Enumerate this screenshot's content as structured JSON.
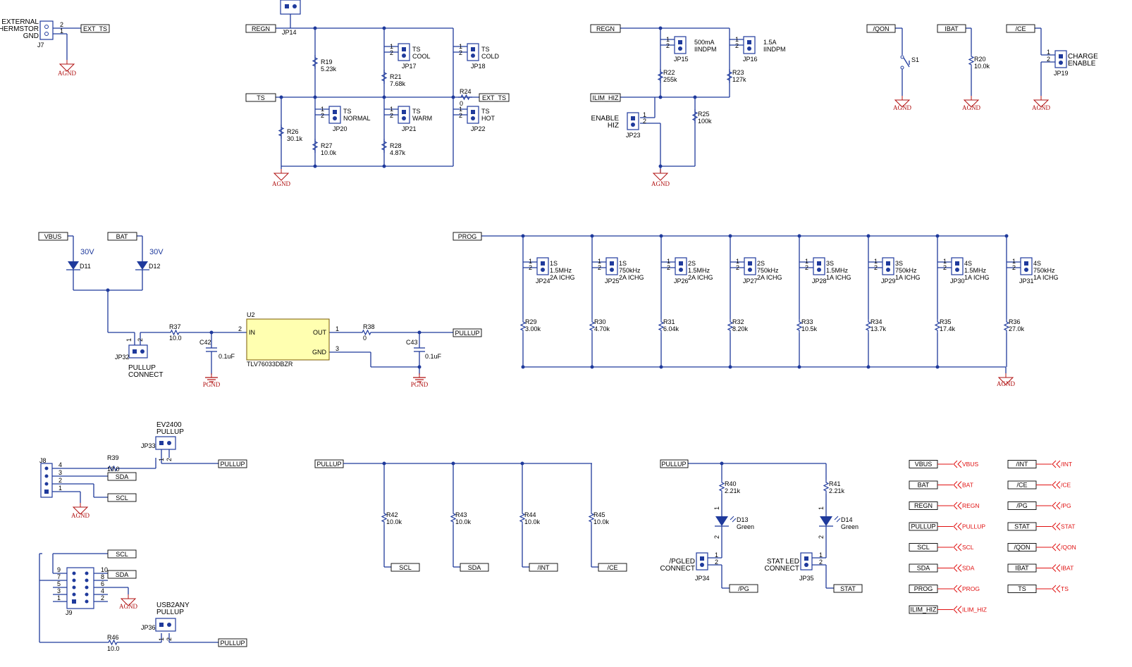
{
  "nets": {
    "ext_ts": "EXT_TS",
    "regn": "REGN",
    "ts": "TS",
    "ilim_hiz": "ILIM_HIZ",
    "qon": "/QON",
    "ibat": "IBAT",
    "ce": "/CE",
    "vbus": "VBUS",
    "bat": "BAT",
    "pullup": "PULLUP",
    "prog": "PROG",
    "sda": "SDA",
    "scl": "SCL",
    "int": "/INT",
    "pg": "/PG",
    "stat": "STAT"
  },
  "grounds": {
    "agnd": "AGND",
    "pgnd": "PGND"
  },
  "thermistor": {
    "label1": "EXTERNAL",
    "label2": "THERMSTOR",
    "gnd": "GND",
    "ref": "J7"
  },
  "ts_section": {
    "jp14": "JP14",
    "r19": {
      "ref": "R19",
      "val": "5.23k"
    },
    "r21": {
      "ref": "R21",
      "val": "7.68k"
    },
    "r26": {
      "ref": "R26",
      "val": "30.1k"
    },
    "r27": {
      "ref": "R27",
      "val": "10.0k"
    },
    "r28": {
      "ref": "R28",
      "val": "4.87k"
    },
    "r24": {
      "ref": "R24",
      "val": "0"
    },
    "jp17": {
      "ref": "JP17",
      "l1": "TS",
      "l2": "COOL"
    },
    "jp18": {
      "ref": "JP18",
      "l1": "TS",
      "l2": "COLD"
    },
    "jp20": {
      "ref": "JP20",
      "l1": "TS",
      "l2": "NORMAL"
    },
    "jp21": {
      "ref": "JP21",
      "l1": "TS",
      "l2": "WARM"
    },
    "jp22": {
      "ref": "JP22",
      "l1": "TS",
      "l2": "HOT"
    }
  },
  "iindpm": {
    "jp15": {
      "ref": "JP15",
      "l1": "500mA",
      "l2": "IINDPM"
    },
    "jp16": {
      "ref": "JP16",
      "l1": "1.5A",
      "l2": "IINDPM"
    },
    "r22": {
      "ref": "R22",
      "val": "255k"
    },
    "r23": {
      "ref": "R23",
      "val": "127k"
    },
    "r25": {
      "ref": "R25",
      "val": "100k"
    },
    "jp23": {
      "ref": "JP23",
      "l1": "ENABLE",
      "l2": "HIZ"
    }
  },
  "misc_top": {
    "s1": "S1",
    "r20": {
      "ref": "R20",
      "val": "10.0k"
    },
    "jp19": {
      "ref": "JP19",
      "l1": "CHARGE",
      "l2": "ENABLE"
    }
  },
  "pullup_supply": {
    "d11": "D11",
    "d12": "D12",
    "zener_v1": "30V",
    "zener_v2": "30V",
    "r37": {
      "ref": "R37",
      "val": "10.0"
    },
    "jp32": {
      "ref": "JP32",
      "l1": "PULLUP",
      "l2": "CONNECT"
    },
    "c42": {
      "ref": "C42",
      "val": "0.1uF"
    },
    "c43": {
      "ref": "C43",
      "val": "0.1uF"
    },
    "u2": {
      "ref": "U2",
      "part": "TLV76033DBZR",
      "in": "IN",
      "out": "OUT",
      "gnd": "GND"
    },
    "r38": {
      "ref": "R38",
      "val": "0"
    }
  },
  "prog_jumpers": [
    {
      "jp": "JP24",
      "l1": "1S",
      "l2": "1.5MHz",
      "l3": "2A ICHG",
      "r": "R29",
      "rv": "3.00k"
    },
    {
      "jp": "JP25",
      "l1": "1S",
      "l2": "750kHz",
      "l3": "2A ICHG",
      "r": "R30",
      "rv": "4.70k"
    },
    {
      "jp": "JP26",
      "l1": "2S",
      "l2": "1.5MHz",
      "l3": "2A ICHG",
      "r": "R31",
      "rv": "6.04k"
    },
    {
      "jp": "JP27",
      "l1": "2S",
      "l2": "750kHz",
      "l3": "2A ICHG",
      "r": "R32",
      "rv": "8.20k"
    },
    {
      "jp": "JP28",
      "l1": "3S",
      "l2": "1.5MHz",
      "l3": "1A ICHG",
      "r": "R33",
      "rv": "10.5k"
    },
    {
      "jp": "JP29",
      "l1": "3S",
      "l2": "750kHz",
      "l3": "1A ICHG",
      "r": "R34",
      "rv": "13.7k"
    },
    {
      "jp": "JP30",
      "l1": "4S",
      "l2": "1.5MHz",
      "l3": "1A ICHG",
      "r": "R35",
      "rv": "17.4k"
    },
    {
      "jp": "JP31",
      "l1": "4S",
      "l2": "750kHz",
      "l3": "1A ICHG",
      "r": "R36",
      "rv": "27.0k"
    }
  ],
  "ev2400": {
    "j8": "J8",
    "r39": {
      "ref": "R39",
      "val": "10.0"
    },
    "jp33": {
      "ref": "JP33",
      "l1": "EV2400",
      "l2": "PULLUP"
    }
  },
  "usb2any": {
    "j9": "J9",
    "r46": {
      "ref": "R46",
      "val": "10.0"
    },
    "jp36": {
      "ref": "JP36",
      "l1": "USB2ANY",
      "l2": "PULLUP"
    }
  },
  "pullups": [
    {
      "r": "R42",
      "v": "10.0k",
      "net": "SCL"
    },
    {
      "r": "R43",
      "v": "10.0k",
      "net": "SDA"
    },
    {
      "r": "R44",
      "v": "10.0k",
      "net": "/INT"
    },
    {
      "r": "R45",
      "v": "10.0k",
      "net": "/CE"
    }
  ],
  "leds": {
    "r40": {
      "ref": "R40",
      "val": "2.21k"
    },
    "r41": {
      "ref": "R41",
      "val": "2.21k"
    },
    "d13": {
      "ref": "D13",
      "val": "Green"
    },
    "d14": {
      "ref": "D14",
      "val": "Green"
    },
    "jp34": {
      "ref": "JP34",
      "l1": "/PGLED",
      "l2": "CONNECT"
    },
    "jp35": {
      "ref": "JP35",
      "l1": "STAT LED",
      "l2": "CONNECT"
    }
  },
  "offpage_left": [
    "VBUS",
    "BAT",
    "REGN",
    "PULLUP",
    "SCL",
    "SDA",
    "PROG",
    "ILIM_HIZ"
  ],
  "offpage_right": [
    "/INT",
    "/CE",
    "/PG",
    "STAT",
    "/QON",
    "IBAT",
    "TS"
  ]
}
